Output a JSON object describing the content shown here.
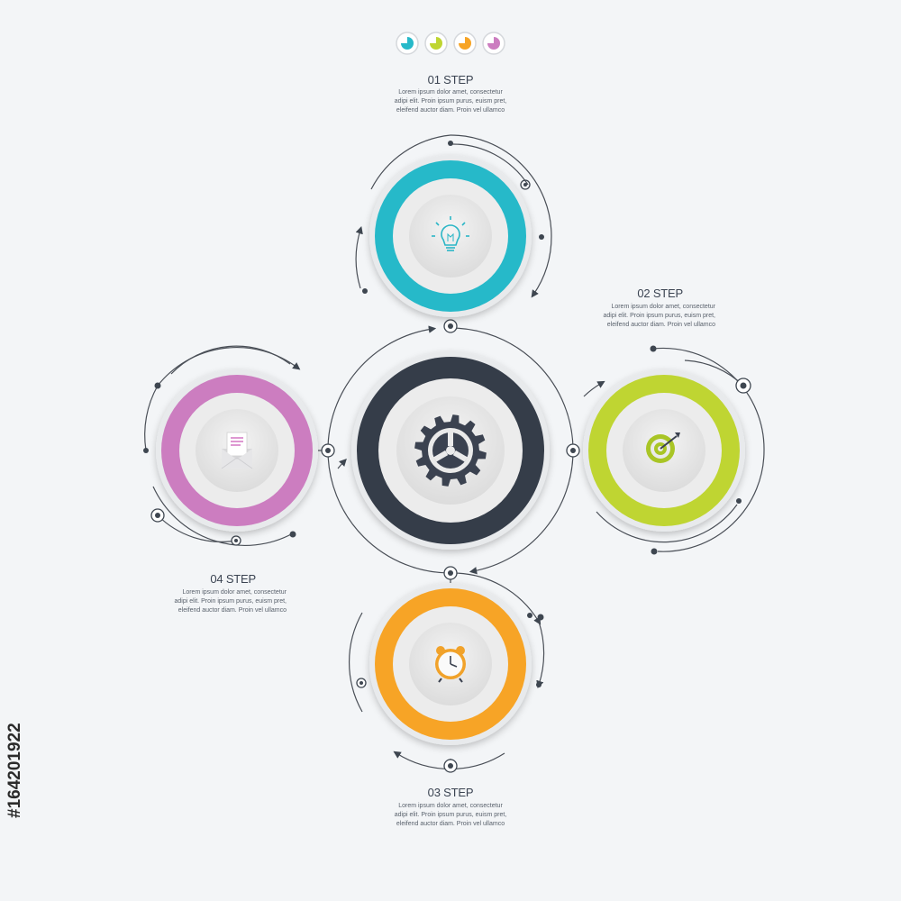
{
  "legend": {
    "swatches": [
      {
        "name": "teal",
        "color": "#27b9c9"
      },
      {
        "name": "green",
        "color": "#bfd531"
      },
      {
        "name": "orange",
        "color": "#f7a425"
      },
      {
        "name": "pink",
        "color": "#cc7dc0"
      }
    ]
  },
  "colors": {
    "background": "#f3f5f7",
    "line": "#4a4f57",
    "center": "#353c48",
    "step1": "#27b9c9",
    "step2": "#bfd531",
    "step3": "#f7a425",
    "step4": "#cc7dc0"
  },
  "center_node": {
    "icon": "gear-icon"
  },
  "steps": [
    {
      "title": "01 STEP",
      "text_line1": "Lorem ipsum dolor amet, consectetur",
      "text_line2": "adipi elit. Proin ipsum purus, euism pret,",
      "text_line3": "eleifend auctor diam. Proin vel ullamco",
      "icon": "lightbulb-icon",
      "color": "#27b9c9"
    },
    {
      "title": "02 STEP",
      "text_line1": "Lorem ipsum dolor amet, consectetur",
      "text_line2": "adipi elit. Proin ipsum purus, euism pret,",
      "text_line3": "eleifend auctor diam. Proin vel ullamco",
      "icon": "target-icon",
      "color": "#bfd531"
    },
    {
      "title": "03 STEP",
      "text_line1": "Lorem ipsum dolor amet, consectetur",
      "text_line2": "adipi elit. Proin ipsum purus, euism pret,",
      "text_line3": "eleifend auctor diam. Proin vel ullamco",
      "icon": "alarm-clock-icon",
      "color": "#f7a425"
    },
    {
      "title": "04 STEP",
      "text_line1": "Lorem ipsum dolor amet, consectetur",
      "text_line2": "adipi elit. Proin ipsum purus, euism pret,",
      "text_line3": "eleifend auctor diam. Proin vel ullamco",
      "icon": "envelope-letter-icon",
      "color": "#cc7dc0"
    }
  ],
  "watermark": {
    "id_text": "#164201922"
  }
}
